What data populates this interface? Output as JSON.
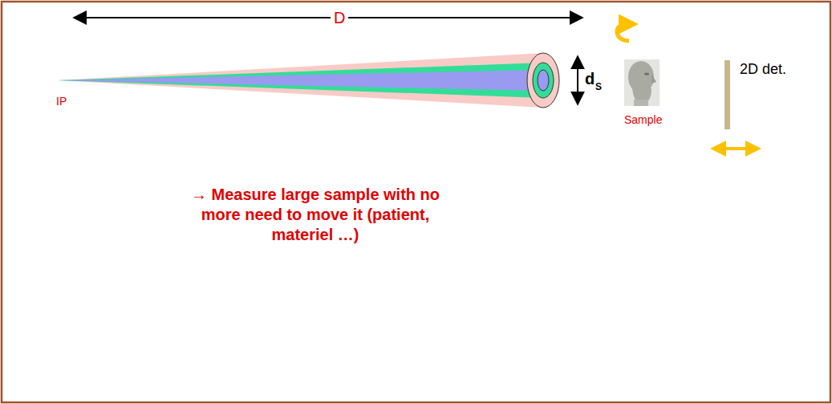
{
  "diagram": {
    "labels": [
      "D",
      "IP",
      "d",
      "S",
      "Sample",
      "2D det.",
      "→ Measure large sample with no more need to move it (patient, materiel …)"
    ]
  }
}
